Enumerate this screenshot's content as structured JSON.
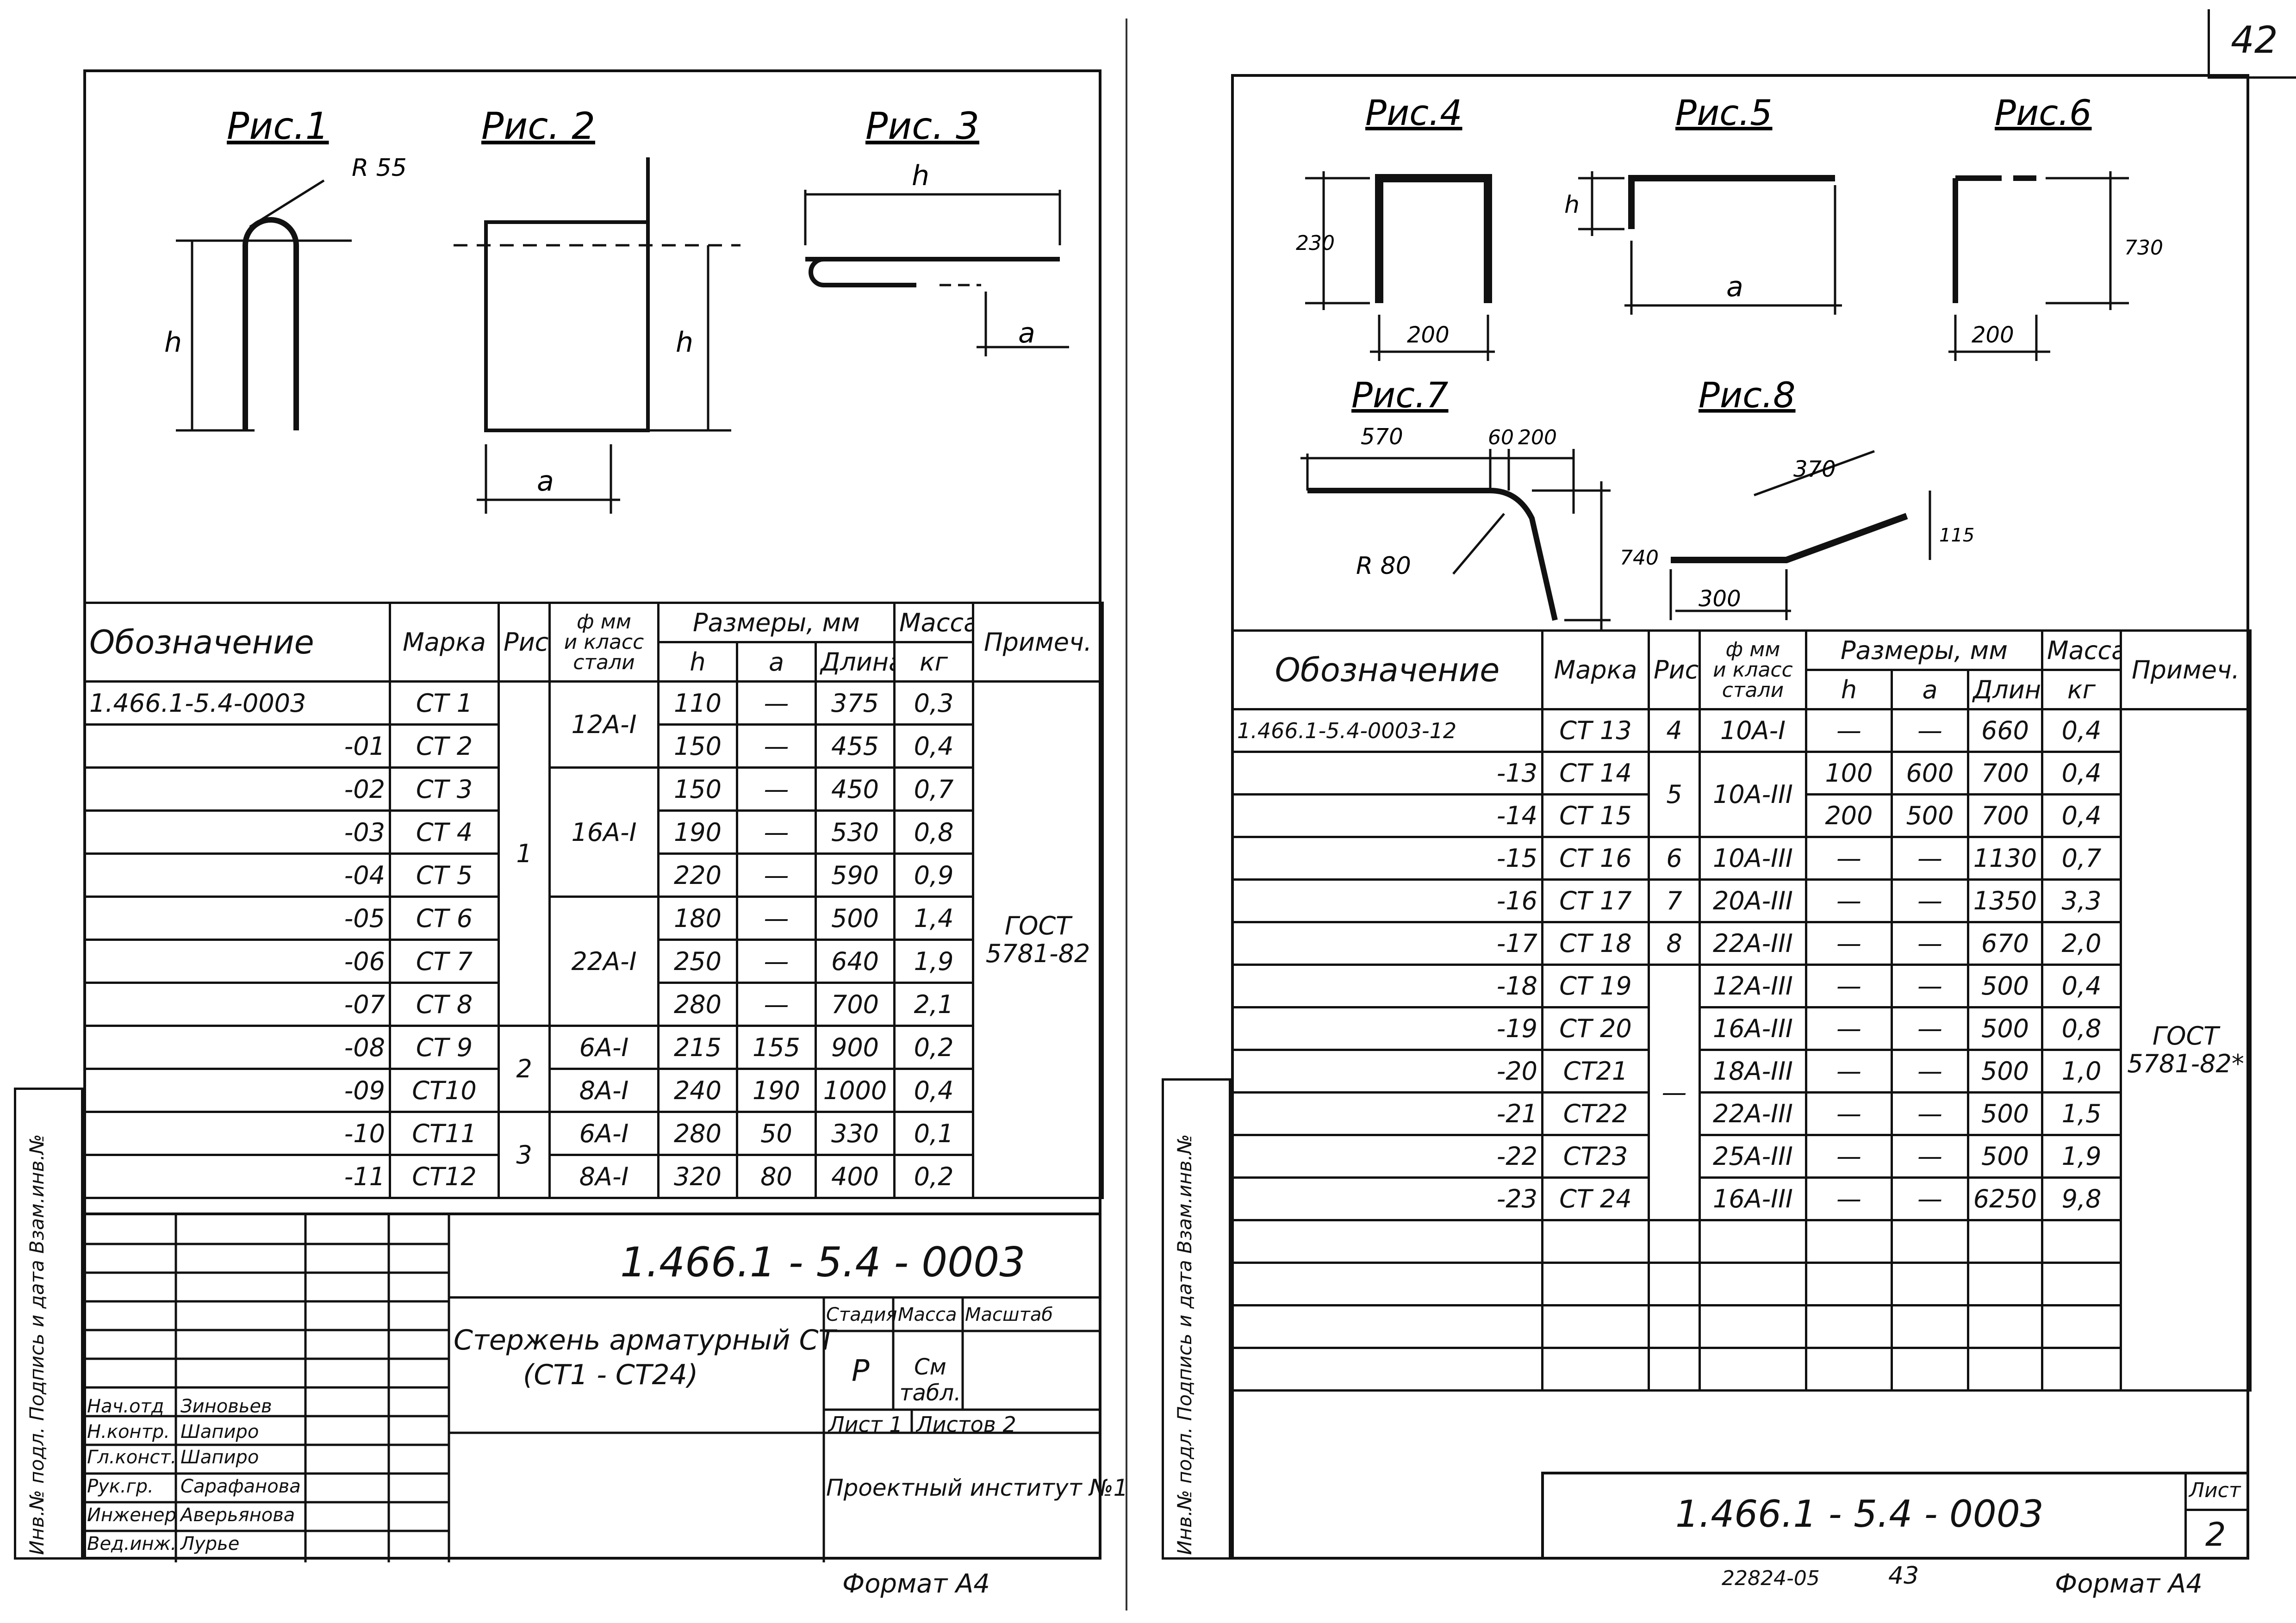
{
  "page_number": "42",
  "left": {
    "figures": {
      "fig1": {
        "title": "Рис.1",
        "r_label": "R 55",
        "h_label": "h"
      },
      "fig2": {
        "title": "Рис. 2",
        "h_label": "h",
        "a_label": "a"
      },
      "fig3": {
        "title": "Рис. 3",
        "h_label": "h",
        "a_label": "a"
      }
    },
    "headers": {
      "designation": "Обозначение",
      "mark": "Марка",
      "fig": "Рис.",
      "diam": "ф мм",
      "class1": "и класс",
      "class2": "стали",
      "sizes": "Размеры, мм",
      "h": "h",
      "a": "a",
      "length": "Длина",
      "mass": "Масса",
      "mass_unit": "кг",
      "note": "Примеч."
    },
    "rows": [
      {
        "des": "1.466.1-5.4-0003",
        "mark": "СТ 1",
        "h": "110",
        "a": "—",
        "len": "375",
        "mass": "0,3"
      },
      {
        "des": "-01",
        "mark": "СТ 2",
        "h": "150",
        "a": "—",
        "len": "455",
        "mass": "0,4"
      },
      {
        "des": "-02",
        "mark": "СТ 3",
        "h": "150",
        "a": "—",
        "len": "450",
        "mass": "0,7"
      },
      {
        "des": "-03",
        "mark": "СТ 4",
        "h": "190",
        "a": "—",
        "len": "530",
        "mass": "0,8"
      },
      {
        "des": "-04",
        "mark": "СТ 5",
        "h": "220",
        "a": "—",
        "len": "590",
        "mass": "0,9"
      },
      {
        "des": "-05",
        "mark": "СТ 6",
        "h": "180",
        "a": "—",
        "len": "500",
        "mass": "1,4"
      },
      {
        "des": "-06",
        "mark": "СТ 7",
        "h": "250",
        "a": "—",
        "len": "640",
        "mass": "1,9"
      },
      {
        "des": "-07",
        "mark": "СТ 8",
        "h": "280",
        "a": "—",
        "len": "700",
        "mass": "2,1"
      },
      {
        "des": "-08",
        "mark": "СТ 9",
        "h": "215",
        "a": "155",
        "len": "900",
        "mass": "0,2"
      },
      {
        "des": "-09",
        "mark": "СТ10",
        "h": "240",
        "a": "190",
        "len": "1000",
        "mass": "0,4"
      },
      {
        "des": "-10",
        "mark": "СТ11",
        "h": "280",
        "a": "50",
        "len": "330",
        "mass": "0,1"
      },
      {
        "des": "-11",
        "mark": "СТ12",
        "h": "320",
        "a": "80",
        "len": "400",
        "mass": "0,2"
      }
    ],
    "merged": {
      "fig_1": "1",
      "fig_2": "2",
      "fig_3": "3",
      "cls_12": "12А-I",
      "cls_16": "16А-I",
      "cls_22": "22А-I",
      "cls_6a": "6А-I",
      "cls_8a": "8А-I",
      "cls_6b": "6А-I",
      "cls_8b": "8А-I",
      "note_1": "ГОСТ",
      "note_2": "5781-82"
    },
    "title_block": {
      "code": "1.466.1 - 5.4 - 0003",
      "name1": "Стержень арматурный СТ",
      "name2": "(СТ1 - СТ24)",
      "stage_h": "Стадия",
      "mass_h": "Масса",
      "scale_h": "Масштаб",
      "stage": "Р",
      "mass_val": "См табл.",
      "sheet": "Лист 1",
      "sheets": "Листов 2",
      "org": "Проектный институт №1",
      "roles": [
        {
          "role": "Нач.отд",
          "name": "Зиновьев"
        },
        {
          "role": "Н.контр.",
          "name": "Шапиро"
        },
        {
          "role": "Гл.конст.",
          "name": "Шапиро"
        },
        {
          "role": "Рук.гр.",
          "name": "Сарафанова"
        },
        {
          "role": "Инженер",
          "name": "Аверьянова"
        },
        {
          "role": "Вед.инж.",
          "name": "Лурье"
        }
      ]
    },
    "side_label": "Инв.№ подл. Подпись и дата Взам.инв.№",
    "format": "Формат А4"
  },
  "right": {
    "figures": {
      "fig4": {
        "title": "Рис.4",
        "d1": "230",
        "d2": "200"
      },
      "fig5": {
        "title": "Рис.5",
        "h_label": "h",
        "a_label": "a"
      },
      "fig6": {
        "title": "Рис.6",
        "d1": "730",
        "d2": "200"
      },
      "fig7": {
        "title": "Рис.7",
        "d1": "570",
        "d2": "60",
        "d3": "200",
        "d4": "740",
        "r": "R 80"
      },
      "fig8": {
        "title": "Рис.8",
        "d1": "370",
        "d2": "115",
        "d3": "300"
      }
    },
    "headers": {
      "designation": "Обозначение",
      "mark": "Марка",
      "fig": "Рис",
      "diam": "ф мм",
      "class1": "и класс",
      "class2": "стали",
      "sizes": "Размеры, мм",
      "h": "h",
      "a": "a",
      "length": "Длина",
      "mass": "Масса,",
      "mass_unit": "кг",
      "note": "Примеч."
    },
    "rows": [
      {
        "des": "1.466.1-5.4-0003-12",
        "mark": "СТ 13",
        "fig": "4",
        "cls": "10А-I",
        "h": "—",
        "a": "—",
        "len": "660",
        "mass": "0,4"
      },
      {
        "des": "-13",
        "mark": "СТ 14",
        "fig": "",
        "cls": "",
        "h": "100",
        "a": "600",
        "len": "700",
        "mass": "0,4"
      },
      {
        "des": "-14",
        "mark": "СТ 15",
        "fig": "",
        "cls": "",
        "h": "200",
        "a": "500",
        "len": "700",
        "mass": "0,4"
      },
      {
        "des": "-15",
        "mark": "СТ 16",
        "fig": "6",
        "cls": "10А-III",
        "h": "—",
        "a": "—",
        "len": "1130",
        "mass": "0,7"
      },
      {
        "des": "-16",
        "mark": "СТ 17",
        "fig": "7",
        "cls": "20А-III",
        "h": "—",
        "a": "—",
        "len": "1350",
        "mass": "3,3"
      },
      {
        "des": "-17",
        "mark": "СТ 18",
        "fig": "8",
        "cls": "22А-III",
        "h": "—",
        "a": "—",
        "len": "670",
        "mass": "2,0"
      },
      {
        "des": "-18",
        "mark": "СТ 19",
        "fig": "",
        "cls": "12А-III",
        "h": "—",
        "a": "—",
        "len": "500",
        "mass": "0,4"
      },
      {
        "des": "-19",
        "mark": "СТ 20",
        "fig": "",
        "cls": "16А-III",
        "h": "—",
        "a": "—",
        "len": "500",
        "mass": "0,8"
      },
      {
        "des": "-20",
        "mark": "СТ21",
        "fig": "—",
        "cls": "18А-III",
        "h": "—",
        "a": "—",
        "len": "500",
        "mass": "1,0"
      },
      {
        "des": "-21",
        "mark": "СТ22",
        "fig": "",
        "cls": "22А-III",
        "h": "—",
        "a": "—",
        "len": "500",
        "mass": "1,5"
      },
      {
        "des": "-22",
        "mark": "СТ23",
        "fig": "",
        "cls": "25А-III",
        "h": "—",
        "a": "—",
        "len": "500",
        "mass": "1,9"
      },
      {
        "des": "-23",
        "mark": "СТ 24",
        "fig": "",
        "cls": "16А-III",
        "h": "—",
        "a": "—",
        "len": "6250",
        "mass": "9,8"
      }
    ],
    "merged": {
      "fig_5": "5",
      "cls_10": "10А-III",
      "note_1": "ГОСТ",
      "note_2": "5781-82*"
    },
    "title_block": {
      "code": "1.466.1 - 5.4 - 0003",
      "sheet_h": "Лист",
      "sheet": "2"
    },
    "side_label": "Инв.№ подл. Подпись и дата Взам.инв.№",
    "footer_num": "22824-05",
    "footer_page": "43",
    "format": "Формат А4"
  }
}
